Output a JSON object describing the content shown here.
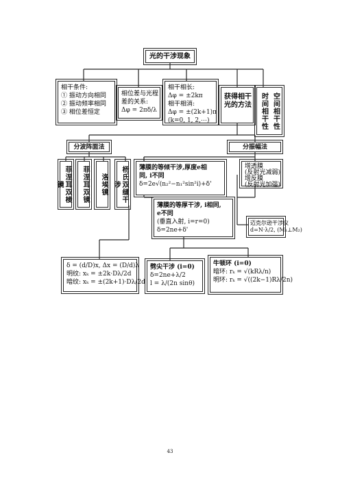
{
  "title": "光的干涉现象",
  "coherence": {
    "lines": [
      "相干条件:",
      "① 振动方向相同",
      "② 振动频率相同",
      "③ 相位差恒定"
    ]
  },
  "phase": {
    "lines": [
      "相位差与光程",
      "差的关系:",
      "Δφ = 2πδ/λ"
    ]
  },
  "conditions": {
    "lines": [
      "相干相长:",
      "Δφ = ±2kπ",
      "相干相消:",
      "Δφ = ±(2k+1)π",
      "(k=0, 1, 2,⋯)"
    ]
  },
  "method": {
    "lines": [
      "获得相干",
      "光的方法"
    ]
  },
  "spacetime": {
    "col1": "时间相干性",
    "col2": "空间相干性"
  },
  "wavefront": "分波阵面法",
  "amplitude": "分振幅法",
  "fresnel_biprism": "菲涅耳双棱镜",
  "fresnel_mirror": "菲涅耳双镜",
  "lloyd": "洛埃镜",
  "young": "杨氏双缝干涉",
  "equal_inclination": {
    "lines": [
      "薄膜的等倾干涉,厚度e相",
      "同, i不同",
      "δ=2e√(n₂²−n₁²sin²i)+δ'"
    ]
  },
  "equal_thickness": {
    "lines": [
      "薄膜的等厚干涉, i相同,",
      "e不同",
      "(垂直入射, i=r=0)",
      "δ=2ne+δ'"
    ]
  },
  "films": {
    "lines": [
      "增透膜",
      "(反射光减弱)",
      "增反膜",
      "(反射光加强)"
    ]
  },
  "michelson": {
    "lines": [
      "迈克尔逊干涉仪",
      "d=N·λ/2, (M₁⊥M₂)"
    ]
  },
  "young_formula": {
    "lines": [
      "δ = (d/D)x, Δx = (D/d)λ",
      "明纹: xₖ = ±2k·Dλ/2d",
      "暗纹: xₖ = ±(2k+1)·Dλ/2d"
    ]
  },
  "wedge": {
    "lines": [
      "劈尖干涉 (i=0)",
      "δ=2ne+λ/2",
      "l = λ/(2n sinθ)"
    ]
  },
  "newton": {
    "lines": [
      "牛顿环 (i=0)",
      "暗环: rₖ = √(kRλ/n)",
      "明环: rₖ = √((2k−1)Rλ/2n)"
    ]
  },
  "page_number": "43"
}
